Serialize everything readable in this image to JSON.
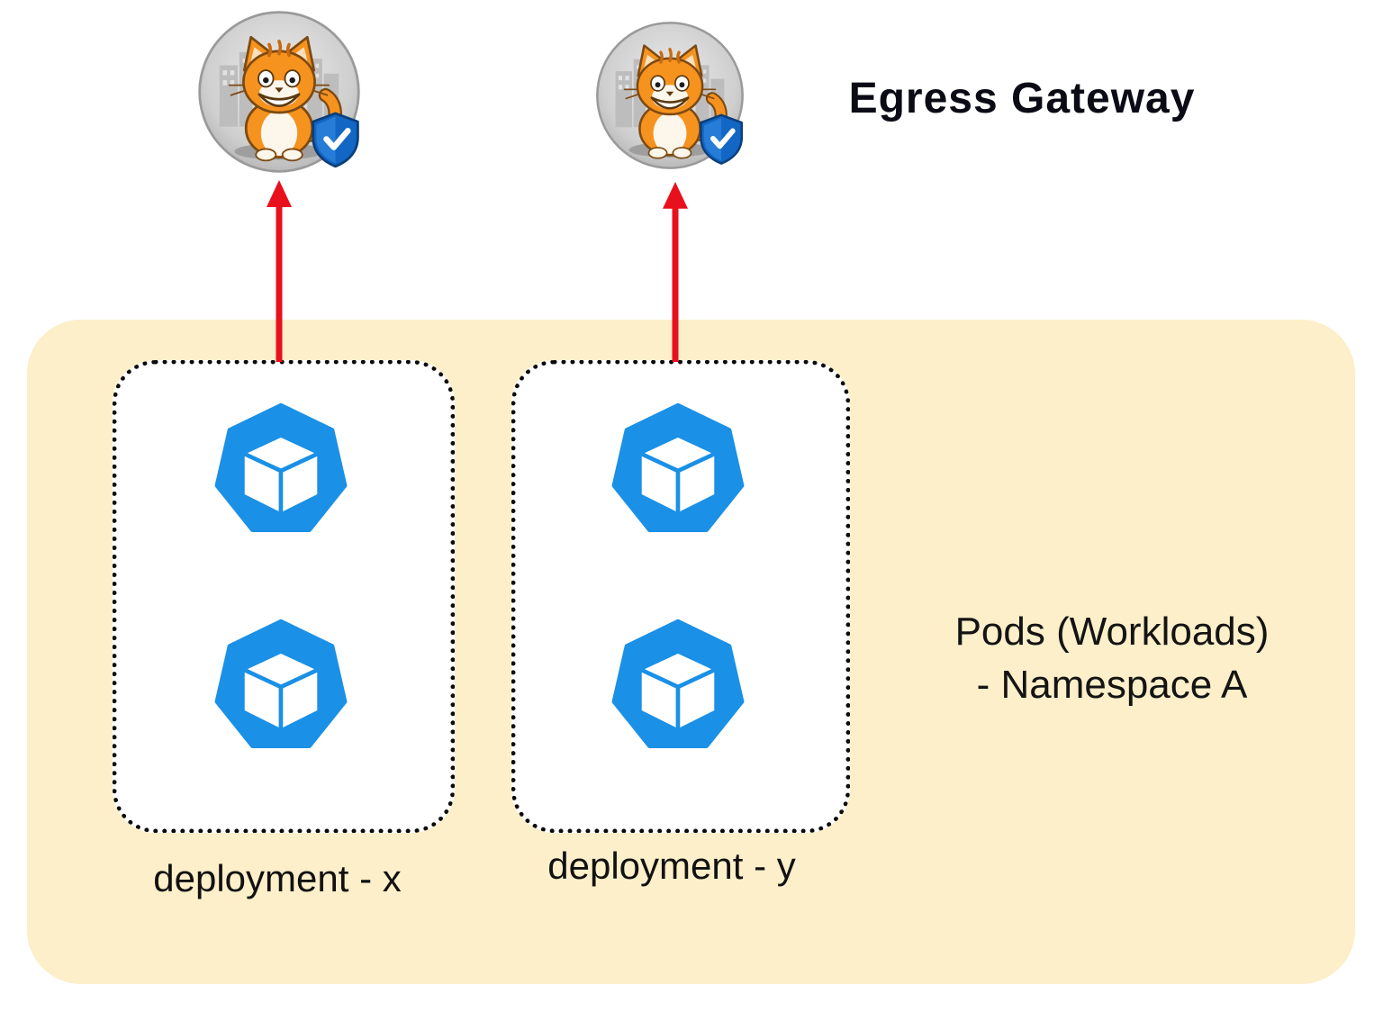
{
  "title": {
    "egress_gateway": "Egress Gateway"
  },
  "namespace_box": {
    "line1": "Pods (Workloads)",
    "line2": "- Namespace A"
  },
  "deployments": [
    {
      "label": "deployment - x",
      "pod_count": 2
    },
    {
      "label": "deployment - y",
      "pod_count": 2
    }
  ],
  "icons": {
    "pod": "pod-icon",
    "egress_cat": "egress-gateway-cat-icon",
    "shield_check": "shield-check-icon",
    "arrow": "up-arrow"
  },
  "colors": {
    "namespace_fill": "#fcefc9",
    "pod_blue": "#1a90e6",
    "arrow_red": "#e8101c",
    "cat_orange": "#f6921e",
    "shield_blue": "#1266c4",
    "badge_gray": "#c9c9c9",
    "text_dark": "#111111"
  }
}
